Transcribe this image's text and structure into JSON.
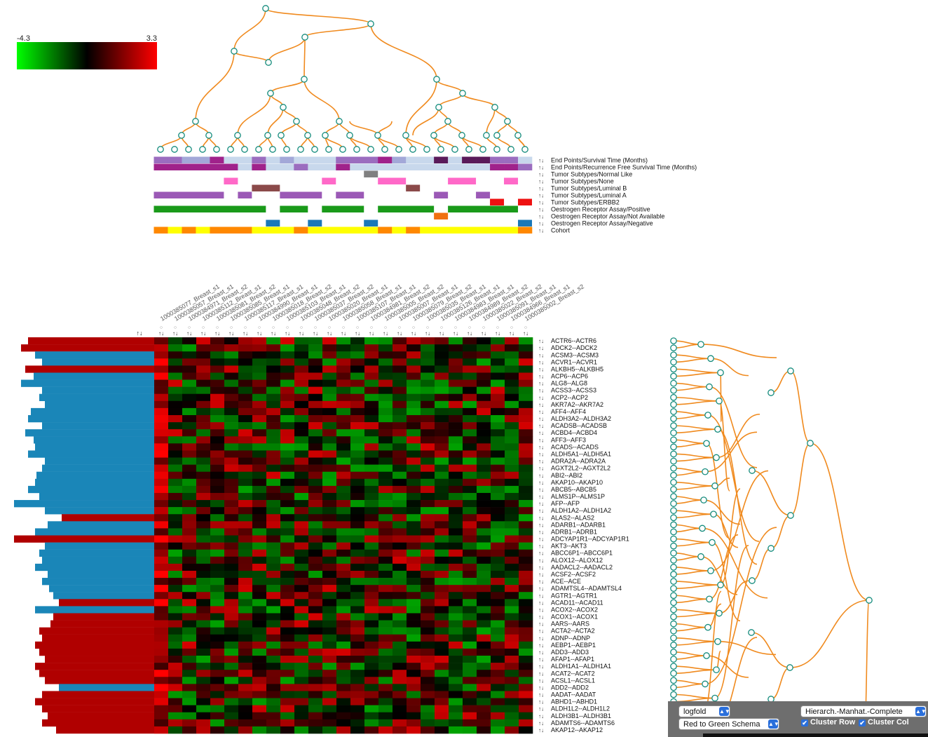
{
  "colorbar": {
    "min_label": "-4.3",
    "max_label": "3.3",
    "colors": [
      "#00ff00",
      "#000000",
      "#ff0000"
    ]
  },
  "sort_icon": "↑↓",
  "col_dot": "○",
  "annotation_tracks": [
    {
      "label": "End Points/Survival Time (Months)",
      "kind": "continuous",
      "values": [
        0.5,
        0.55,
        0.4,
        0.4,
        0.8,
        0.3,
        0.3,
        0.6,
        0.3,
        0.45,
        0.3,
        0.3,
        0.3,
        0.5,
        0.5,
        0.55,
        0.7,
        0.4,
        0.3,
        0.3,
        0.85,
        0.3,
        1.0,
        0.95,
        0.5,
        0.5,
        0.3,
        0.4,
        0.5,
        0.65,
        0.4,
        0.55,
        0.35,
        0.45,
        0.5,
        0.75,
        0.3
      ]
    },
    {
      "label": "End Points/Recurrence Free Survival Time (Months)",
      "kind": "continuous",
      "values": [
        0.8,
        0.7,
        0.7,
        0.7,
        0.7,
        0.7,
        0.2,
        0.7,
        0.2,
        0.2,
        0.5,
        0.2,
        0.2,
        0.7,
        0.2,
        0.2,
        0.3,
        0.3,
        0.3,
        0.2,
        0.2,
        0.2,
        0.2,
        0.2,
        0.8,
        0.8,
        0.6,
        0.2,
        0.2,
        0.2,
        0.5,
        0.5,
        0.4,
        0.5,
        0.7,
        0.3,
        0.2
      ]
    },
    {
      "label": "Tumor Subtypes/Normal Like",
      "kind": "binary",
      "color": "#808080",
      "values": [
        0,
        0,
        0,
        0,
        0,
        0,
        0,
        0,
        0,
        0,
        0,
        0,
        0,
        0,
        0,
        0,
        0,
        0,
        0,
        0,
        0,
        0,
        0,
        0,
        0,
        0,
        0,
        0,
        0,
        0,
        0,
        0,
        0,
        0,
        0,
        0,
        0
      ]
    },
    {
      "label": "Tumor Subtypes/None",
      "kind": "binary",
      "color": "#ff69c8",
      "values": [
        0,
        0,
        0,
        0,
        0,
        0,
        0,
        0,
        0,
        0,
        0,
        0,
        0,
        0,
        0,
        0,
        0,
        0,
        0,
        0,
        0,
        0,
        0,
        0,
        0,
        0,
        0,
        0,
        0,
        0,
        0,
        0,
        0,
        0,
        0,
        0,
        0
      ]
    },
    {
      "label": "Tumor Subtypes/Luminal B",
      "kind": "binary",
      "color": "#8b4a4a",
      "values": [
        0,
        0,
        0,
        0,
        0,
        0,
        0,
        0,
        0,
        0,
        0,
        0,
        0,
        0,
        0,
        0,
        0,
        0,
        0,
        0,
        0,
        0,
        0,
        0,
        0,
        0,
        0,
        0,
        0,
        0,
        0,
        0,
        0,
        0,
        0,
        0,
        0
      ]
    },
    {
      "label": "Tumor Subtypes/Luminal A",
      "kind": "binary",
      "color": "#9b59b6",
      "values": [
        0,
        0,
        0,
        0,
        0,
        0,
        0,
        0,
        0,
        0,
        0,
        0,
        0,
        0,
        0,
        0,
        0,
        0,
        0,
        0,
        0,
        0,
        0,
        0,
        0,
        0,
        0,
        0,
        0,
        0,
        0,
        0,
        0,
        0,
        0,
        0,
        0
      ]
    },
    {
      "label": "Tumor Subtypes/ERBB2",
      "kind": "binary",
      "color": "#ee1111",
      "values": [
        0,
        0,
        0,
        0,
        0,
        0,
        0,
        0,
        0,
        0,
        0,
        0,
        0,
        0,
        0,
        0,
        0,
        0,
        0,
        0,
        0,
        0,
        0,
        0,
        0,
        0,
        0,
        0,
        0,
        0,
        0,
        0,
        0,
        0,
        0,
        0,
        0
      ]
    },
    {
      "label": "Oestrogen Receptor Assay/Positive",
      "kind": "binary",
      "color": "#1a9a1a",
      "values": [
        0,
        0,
        0,
        0,
        0,
        0,
        0,
        0,
        0,
        0,
        0,
        0,
        0,
        0,
        0,
        0,
        0,
        0,
        0,
        0,
        0,
        0,
        0,
        0,
        0,
        0,
        0,
        0,
        0,
        0,
        0,
        0,
        0,
        0,
        0,
        0,
        0
      ]
    },
    {
      "label": "Oestrogen Receptor Assay/Not Available",
      "kind": "binary",
      "color": "#f07010",
      "values": [
        0,
        0,
        0,
        0,
        0,
        0,
        0,
        0,
        0,
        0,
        0,
        0,
        0,
        0,
        0,
        0,
        0,
        0,
        0,
        0,
        0,
        0,
        0,
        0,
        0,
        0,
        0,
        0,
        0,
        0,
        0,
        0,
        0,
        0,
        0,
        0,
        0
      ]
    },
    {
      "label": "Oestrogen Receptor Assay/Negative",
      "kind": "binary",
      "color": "#1a78b8",
      "values": [
        0,
        0,
        0,
        0,
        0,
        0,
        0,
        0,
        0,
        0,
        0,
        0,
        0,
        0,
        0,
        0,
        0,
        0,
        0,
        0,
        0,
        0,
        0,
        0,
        0,
        0,
        0,
        0,
        0,
        0,
        0,
        0,
        0,
        0,
        0,
        0,
        0
      ]
    },
    {
      "label": "Cohort",
      "kind": "binary",
      "color": "#ffff00",
      "values": [
        0,
        0,
        0,
        0,
        0,
        0,
        0,
        0,
        0,
        0,
        0,
        0,
        0,
        0,
        0,
        0,
        0,
        0,
        0,
        0,
        0,
        0,
        0,
        0,
        0,
        0,
        0,
        0,
        0,
        0,
        0,
        0,
        0,
        0,
        0,
        0,
        0
      ]
    }
  ],
  "chart_data": {
    "type": "heatmap",
    "color_scale": {
      "min": -4.3,
      "max": 3.3,
      "low": "#00ff00",
      "mid": "#000000",
      "high": "#ff0000"
    },
    "columns": [
      "1000385077_Breast_s1",
      "1000385057_Breast_s1",
      "1000384971_Breast_s2",
      "1000385112_Breast_s1",
      "1000385081_Breast_s2",
      "1000385085_Breast_s1",
      "1000385117_Breast_s1",
      "1000384990_Breast_s1",
      "1000385018_Breast_s2",
      "1000385103_Breast_s1",
      "1000385048_Breast_s2",
      "1000385037_Breast_s2",
      "1000385020_Breast_s1",
      "1000385058_Breast_s1",
      "1000385107_Breast_s1",
      "1000384981_Breast_s2",
      "1000385005_Breast_s2",
      "1000385007_Breast_s1",
      "1000385079_Breast_s2",
      "1000385035_Breast_s1",
      "1000385126_Breast_s1",
      "1000384983_Breast_s1",
      "1000384989_Breast_s2",
      "1000385022_Breast_s2",
      "1000385091_Breast_s1",
      "1000384966_Breast_s1",
      "1000385002_Breast_s2"
    ],
    "rows": [
      "ACTR6--ACTR6",
      "ADCK2--ADCK2",
      "ACSM3--ACSM3",
      "ACVR1--ACVR1",
      "ALKBH5--ALKBH5",
      "ACP6--ACP6",
      "ALG8--ALG8",
      "ACSS3--ACSS3",
      "ACP2--ACP2",
      "AKR7A2--AKR7A2",
      "AFF4--AFF4",
      "ALDH3A2--ALDH3A2",
      "ACADSB--ACADSB",
      "ACBD4--ACBD4",
      "AFF3--AFF3",
      "ACADS--ACADS",
      "ALDH5A1--ALDH5A1",
      "ADRA2A--ADRA2A",
      "AGXT2L2--AGXT2L2",
      "ABI2--ABI2",
      "AKAP10--AKAP10",
      "ABCB5--ABCB5",
      "ALMS1P--ALMS1P",
      "AFP--AFP",
      "ALDH1A2--ALDH1A2",
      "ALAS2--ALAS2",
      "ADARB1--ADARB1",
      "ADRB1--ADRB1",
      "ADCYAP1R1--ADCYAP1R1",
      "AKT3--AKT3",
      "ABCC6P1--ABCC6P1",
      "ALOX12--ALOX12",
      "AADACL2--AADACL2",
      "ACSF2--ACSF2",
      "ACE--ACE",
      "ADAMTSL4--ADAMTSL4",
      "AGTR1--AGTR1",
      "ACAD11--ACAD11",
      "ACOX2--ACOX2",
      "ACOX1--ACOX1",
      "AARS--AARS",
      "ACTA2--ACTA2",
      "ADNP--ADNP",
      "AEBP1--AEBP1",
      "ADD3--ADD3",
      "AFAP1--AFAP1",
      "ALDH1A1--ALDH1A1",
      "ACAT2--ACAT2",
      "ACSL1--ACSL1",
      "ADD2--ADD2",
      "AADAT--AADAT",
      "ABHD1--ABHD1",
      "ALDH1L2--ALDH1L2",
      "ALDH3B1--ALDH3B1",
      "ADAMTS6--ADAMTS6",
      "AKAP12--AKAP12"
    ],
    "row_bar_values": [
      -0.9,
      -0.95,
      0.85,
      0.8,
      -0.92,
      0.86,
      0.95,
      0.8,
      0.82,
      0.78,
      0.88,
      0.9,
      0.8,
      0.92,
      0.86,
      0.85,
      0.9,
      0.78,
      0.8,
      0.84,
      0.85,
      0.9,
      0.82,
      1.0,
      0.78,
      -0.66,
      0.76,
      0.85,
      -1.0,
      0.78,
      0.82,
      0.8,
      0.85,
      0.76,
      0.8,
      0.75,
      0.72,
      -0.68,
      0.85,
      -0.72,
      -0.74,
      -0.82,
      -0.8,
      -0.85,
      -0.82,
      -0.78,
      -0.85,
      -0.82,
      -0.78,
      0.68,
      -0.8,
      -0.85,
      -0.8,
      -0.76,
      -0.8,
      -0.7
    ]
  },
  "controls": {
    "value_select": "logfold",
    "color_select": "Red to Green Schema",
    "cluster_select": "Hierarch.-Manhat.-Complete",
    "cluster_row_label": "Cluster Row",
    "cluster_col_label": "Cluster Col",
    "check_mark": "✔",
    "select_arrow": "▲▼"
  }
}
